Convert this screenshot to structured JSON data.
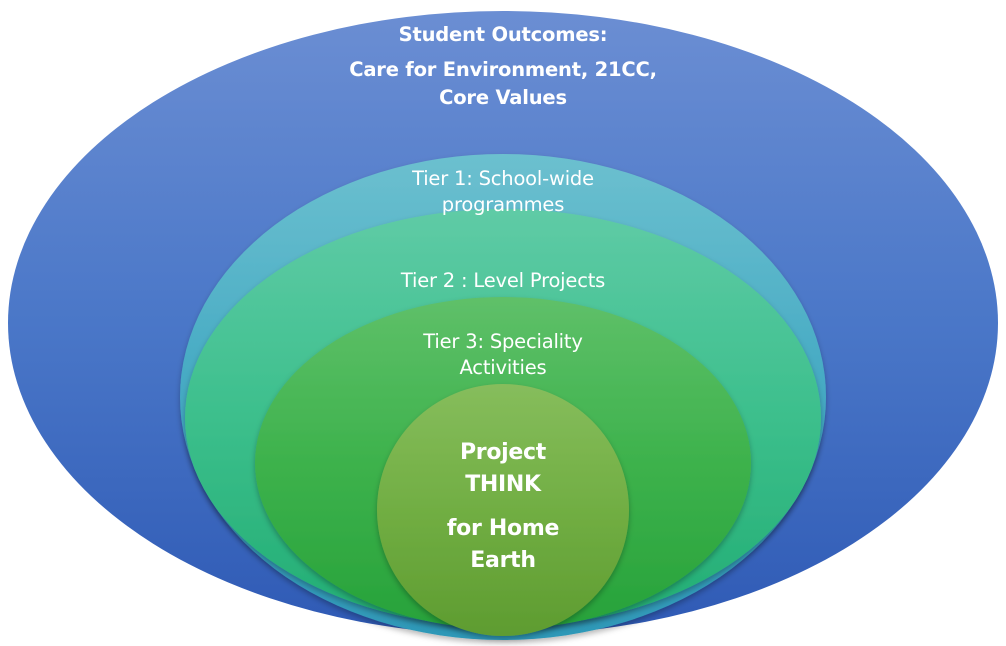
{
  "outcomes": {
    "title": "Student Outcomes:",
    "line1": "Care for Environment, 21CC,",
    "line2": "Core Values"
  },
  "tier1": {
    "line1": "Tier 1: School-wide",
    "line2": "programmes"
  },
  "tier2": {
    "line1": "Tier 2 : Level Projects"
  },
  "tier3": {
    "line1": "Tier 3: Speciality",
    "line2": "Activities"
  },
  "core": {
    "line1": "Project",
    "line2": "THINK",
    "line3": "for Home",
    "line4": "Earth"
  },
  "colors": {
    "outer": "#4470c4",
    "tier1": "#46adc2",
    "tier2": "#3ebf8f",
    "tier3": "#3faf4a",
    "core": "#72b043",
    "text": "#ffffff"
  }
}
